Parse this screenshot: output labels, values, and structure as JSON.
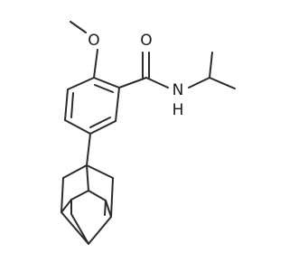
{
  "molecule": {
    "atoms": [
      {
        "symbol": "O"
      },
      {
        "symbol": "O"
      },
      {
        "symbol": "N"
      },
      {
        "symbol": "H"
      }
    ]
  }
}
